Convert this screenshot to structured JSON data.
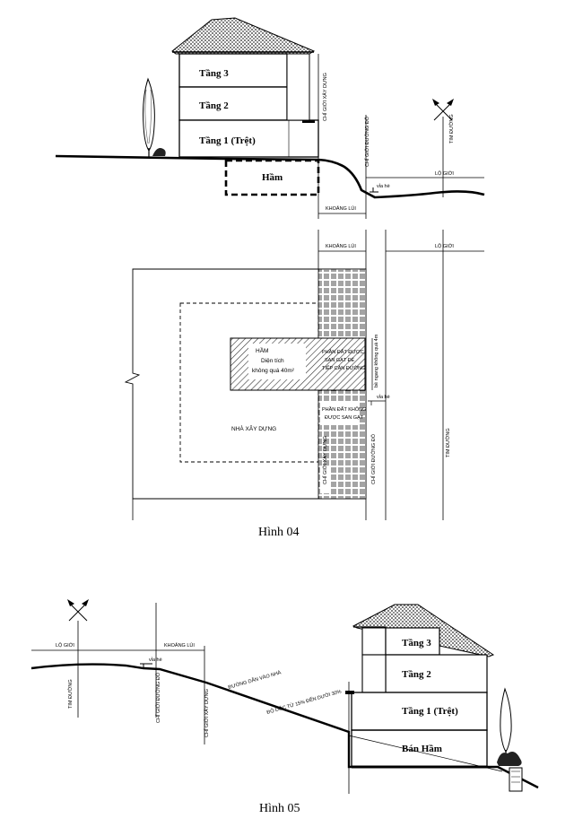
{
  "figure04": {
    "caption": "Hình 04",
    "section": {
      "floor3": "Tầng 3",
      "floor2": "Tầng 2",
      "floor1": "Tầng 1 (Trệt)",
      "basement": "Hầm",
      "build_line": "CHỈ GIỚI XÂY DỰNG",
      "road_line": "CHỈ GIỚI ĐƯỜNG ĐỎ",
      "road_center": "TIM ĐƯỜNG",
      "curb": "vỉa hè",
      "setback": "KHOẢNG LÙI",
      "road_edge": "LỘ GIỚI"
    },
    "plan": {
      "setback": "KHOẢNG LÙI",
      "road_edge": "LỘ GIỚI",
      "basement_title": "HẦM",
      "basement_area_1": "Diện tích",
      "basement_area_2": "không quá 40m²",
      "graded_1": "PHẦN ĐẤT ĐƯỢC",
      "graded_2": "SAN GẠT ĐỂ",
      "graded_3": "TIẾP CẬN ĐƯỜNG",
      "not_graded_1": "PHẦN ĐẤT KHÔNG",
      "not_graded_2": "ĐƯỢC SAN GẠT",
      "building": "NHÀ XÂY DỰNG",
      "build_line": "CHỈ GIỚI XÂY DỰNG",
      "road_line": "CHỈ GIỚI ĐƯỜNG ĐỎ",
      "road_center": "TIM ĐƯỜNG",
      "width_note": "bề ngang không quá 4m",
      "curb": "vỉa hè"
    }
  },
  "figure05": {
    "caption": "Hình 05",
    "road_edge": "LỘ GIỚI",
    "setback": "KHOẢNG LÙI",
    "curb": "vỉa hè",
    "road_center": "TIM ĐƯỜNG",
    "road_line": "CHỈ GIỚI ĐƯỜNG ĐỎ",
    "build_line": "CHỈ GIỚI XÂY DỰNG",
    "driveway": "ĐƯỜNG DẪN VÀO NHÀ",
    "slope": "ĐỘ DỐC TỪ 15% ĐẾN DƯỚI 30%",
    "floor3": "Tầng 3",
    "floor2": "Tầng 2",
    "floor1": "Tầng 1 (Trệt)",
    "basement": "Bán Hầm"
  }
}
